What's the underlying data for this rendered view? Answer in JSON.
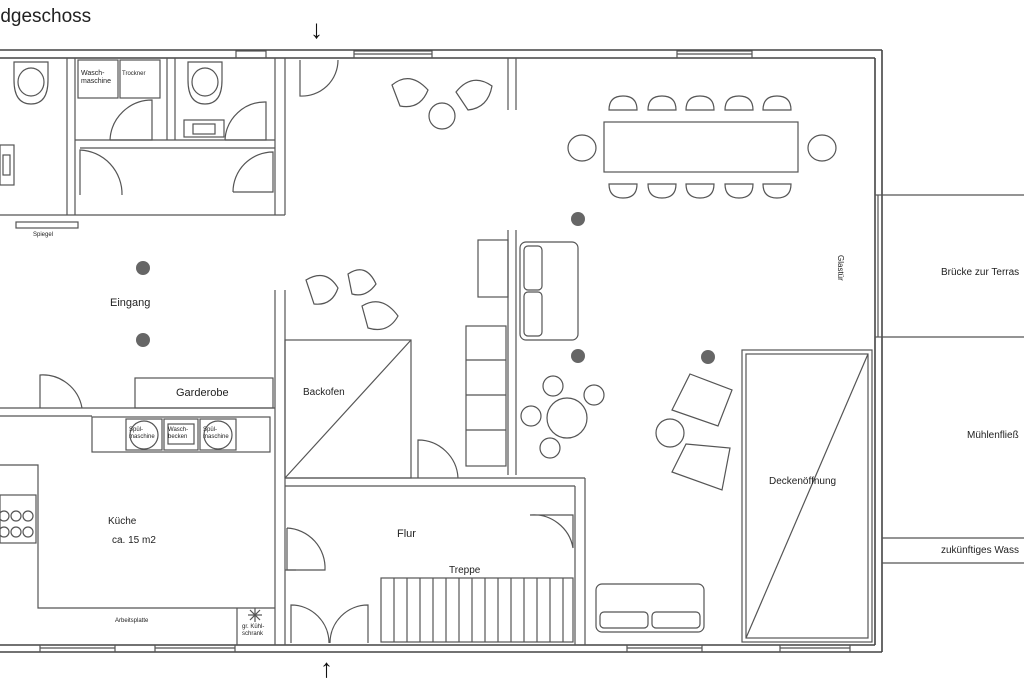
{
  "title": "rdgeschoss",
  "arrows": {
    "top": "↓",
    "bottom": "↑"
  },
  "rooms": {
    "eingang": "Eingang",
    "garderobe": "Garderobe",
    "kueche": "Küche",
    "kueche_area": "ca. 15 m2",
    "backofen": "Backofen",
    "flur": "Flur",
    "treppe": "Treppe",
    "deckenoeffnung": "Deckenöffnung",
    "glastuer": "Glastür",
    "bruecke": "Brücke zur Terras",
    "muehlenfliess": "Mühlenfließ",
    "wasser": "zukünftiges Wass"
  },
  "fixtures": {
    "waschmaschine": "Wasch-\nmaschine",
    "trockner": "Trockner",
    "spiegel": "Spiegel",
    "spuelmaschine_1": "Spül-\nmaschine",
    "waschbecken": "Wasch-\nbecken",
    "spuelmaschine_2": "Spül-\nmaschine",
    "arbeitsplatte": "Arbeitsplatte",
    "kuehlschrank": "gr. Kühl-\nschrank"
  }
}
